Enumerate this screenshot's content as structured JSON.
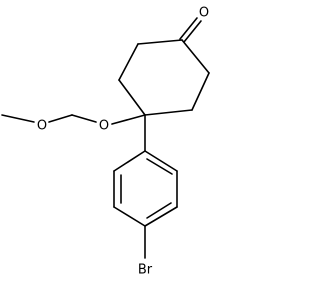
{
  "molecule": {
    "atoms": {
      "ketone_oxygen": "O",
      "ether_oxygen_methyl": "O",
      "ether_oxygen_ring": "O",
      "bromine": "Br"
    }
  },
  "colors": {
    "bond": "#000000",
    "label": "#000000",
    "background": "#ffffff"
  }
}
